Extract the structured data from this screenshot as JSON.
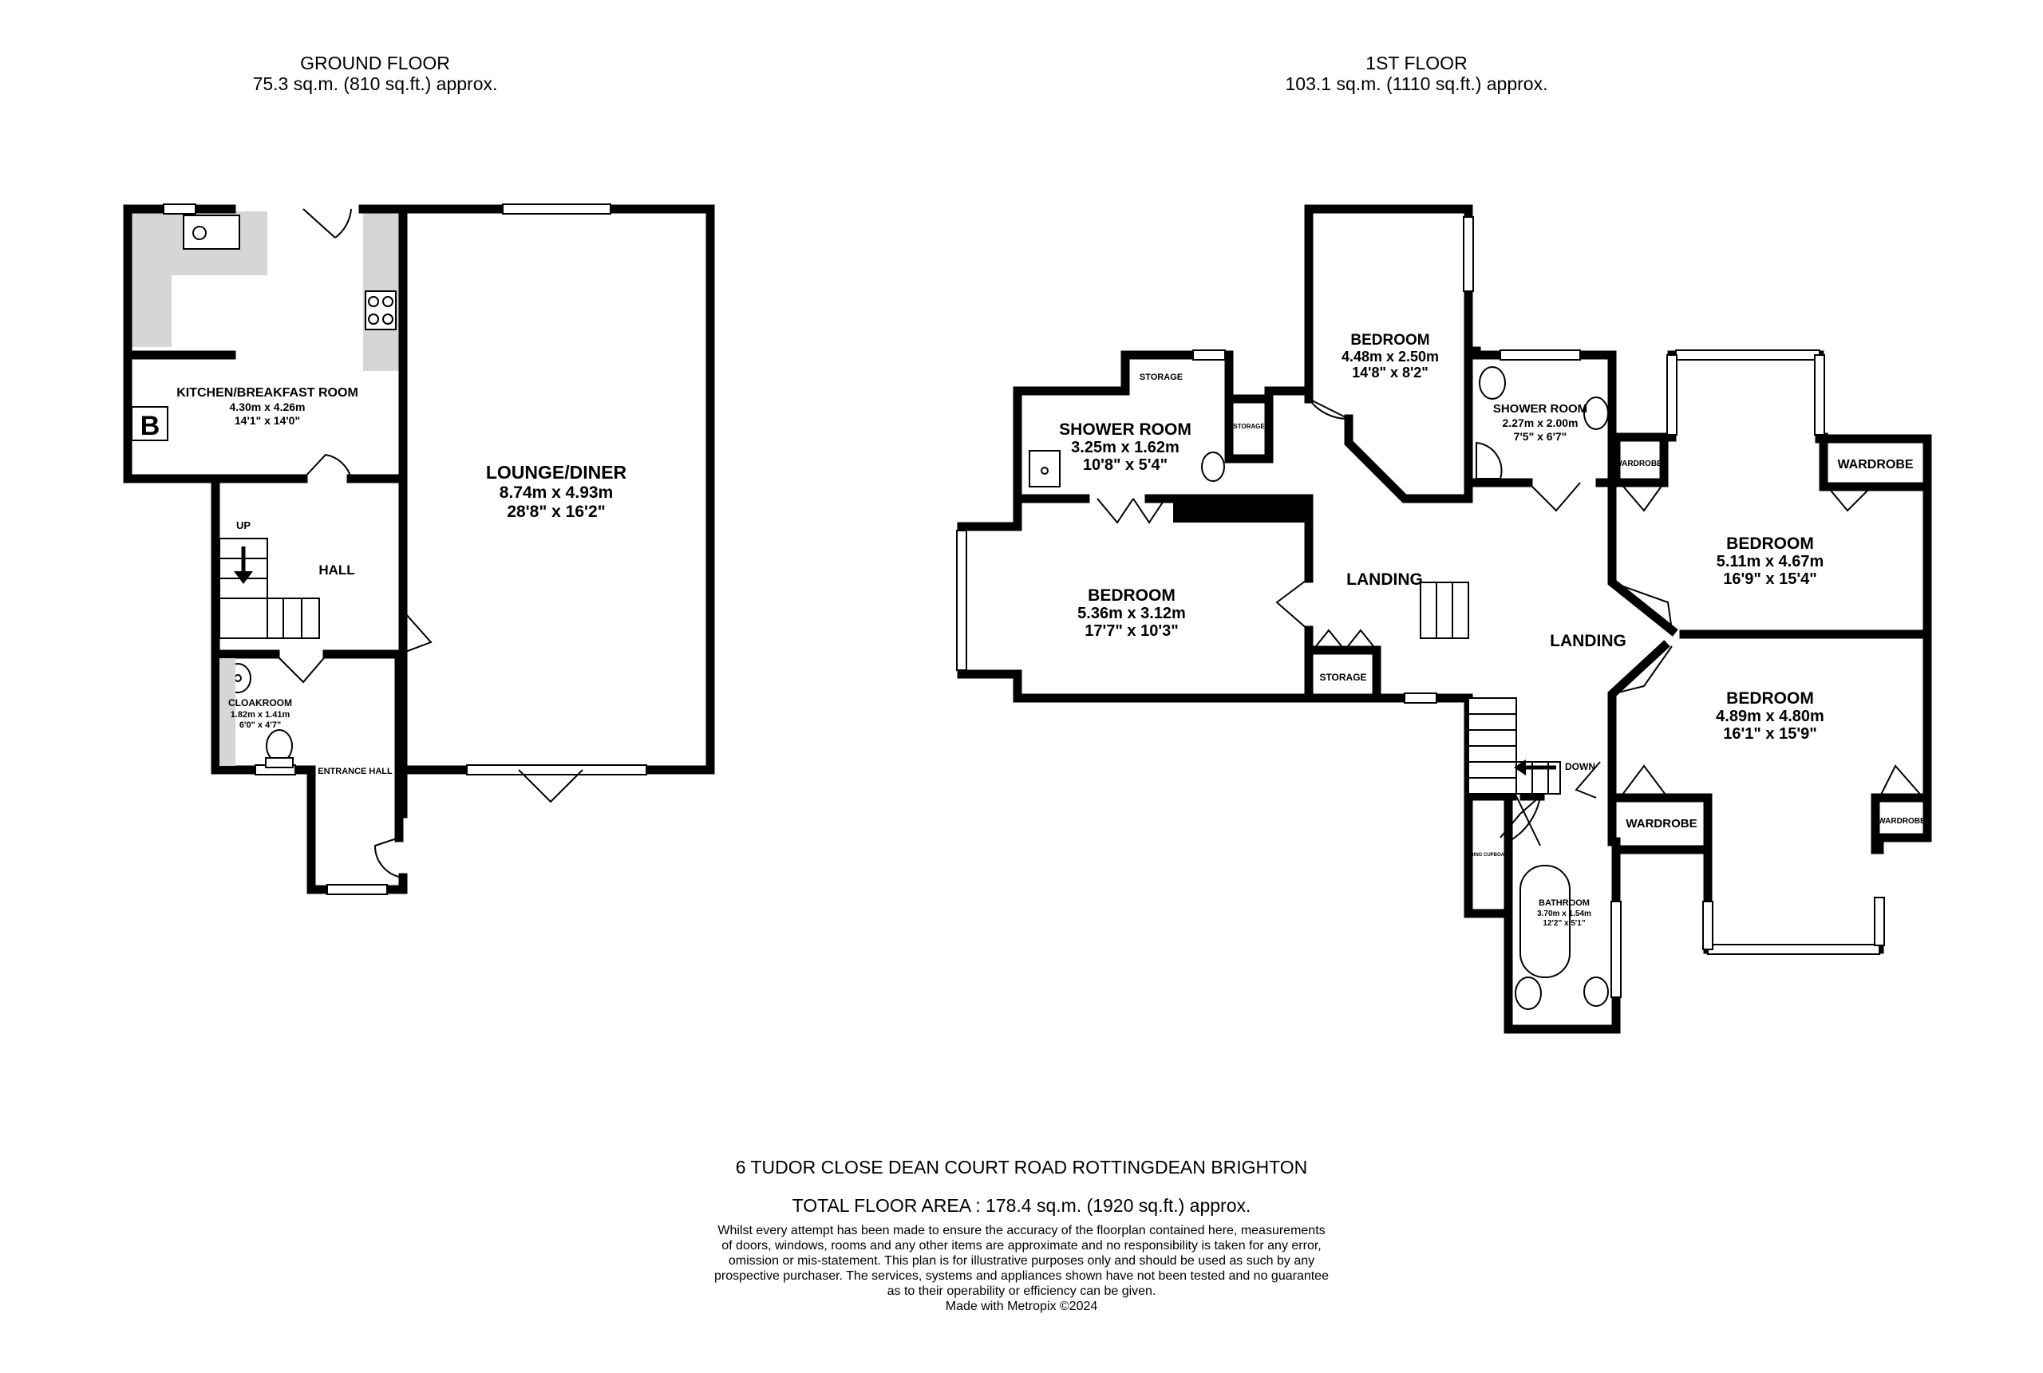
{
  "ground_floor": {
    "title": "GROUND FLOOR",
    "area": "75.3 sq.m. (810 sq.ft.) approx.",
    "rooms": {
      "kitchen": {
        "name": "KITCHEN/BREAKFAST ROOM",
        "metric": "4.30m  x 4.26m",
        "imperial": "14'1\"  x 14'0\""
      },
      "lounge": {
        "name": "LOUNGE/DINER",
        "metric": "8.74m  x 4.93m",
        "imperial": "28'8\"  x 16'2\""
      },
      "hall": {
        "name": "HALL"
      },
      "cloakroom": {
        "name": "CLOAKROOM",
        "metric": "1.82m  x 1.41m",
        "imperial": "6'0\"  x 4'7\""
      },
      "entrance_hall": {
        "name": "ENTRANCE HALL"
      }
    },
    "boiler_label": "B",
    "stairs_label": "UP"
  },
  "first_floor": {
    "title": "1ST FLOOR",
    "area": "103.1 sq.m. (1110 sq.ft.) approx.",
    "rooms": {
      "bedroom_small": {
        "name": "BEDROOM",
        "metric": "4.48m  x 2.50m",
        "imperial": "14'8\"  x 8'2\""
      },
      "shower_room_left": {
        "name": "SHOWER ROOM",
        "metric": "3.25m  x 1.62m",
        "imperial": "10'8\"  x 5'4\""
      },
      "bedroom_left": {
        "name": "BEDROOM",
        "metric": "5.36m  x 3.12m",
        "imperial": "17'7\"  x 10'3\""
      },
      "shower_room_right": {
        "name": "SHOWER ROOM",
        "metric": "2.27m  x 2.00m",
        "imperial": "7'5\"  x 6'7\""
      },
      "bedroom_right_top": {
        "name": "BEDROOM",
        "metric": "5.11m  x 4.67m",
        "imperial": "16'9\"  x 15'4\""
      },
      "bedroom_right_bottom": {
        "name": "BEDROOM",
        "metric": "4.89m  x 4.80m",
        "imperial": "16'1\"  x 15'9\""
      },
      "bathroom": {
        "name": "BATHROOM",
        "metric": "3.70m  x 1.54m",
        "imperial": "12'2\"  x 5'1\""
      },
      "landing_left": {
        "name": "LANDING"
      },
      "landing_right": {
        "name": "LANDING"
      }
    },
    "storage_labels": [
      "STORAGE",
      "STORAGE",
      "STORAGE"
    ],
    "wardrobe_labels": [
      "WARDROBE",
      "WARDROBE",
      "WARDROBE",
      "WARDROBE"
    ],
    "airing_cupboard": "AIRING CUPBOARD",
    "stairs_label": "DOWN"
  },
  "footer": {
    "address": "6 TUDOR CLOSE DEAN COURT ROAD ROTTINGDEAN BRIGHTON",
    "total_area": "TOTAL FLOOR AREA : 178.4 sq.m. (1920 sq.ft.) approx.",
    "disclaimer_lines": [
      "Whilst every attempt has been made to ensure the accuracy of the floorplan contained here, measurements",
      "of doors, windows, rooms and any other items are approximate and no responsibility is taken for any error,",
      "omission or mis-statement. This plan is for illustrative purposes only and should be used as such by any",
      "prospective purchaser. The services, systems and appliances shown have not been tested and no guarantee",
      "as to their operability or efficiency can be given."
    ],
    "credit": "Made with Metropix ©2024"
  }
}
